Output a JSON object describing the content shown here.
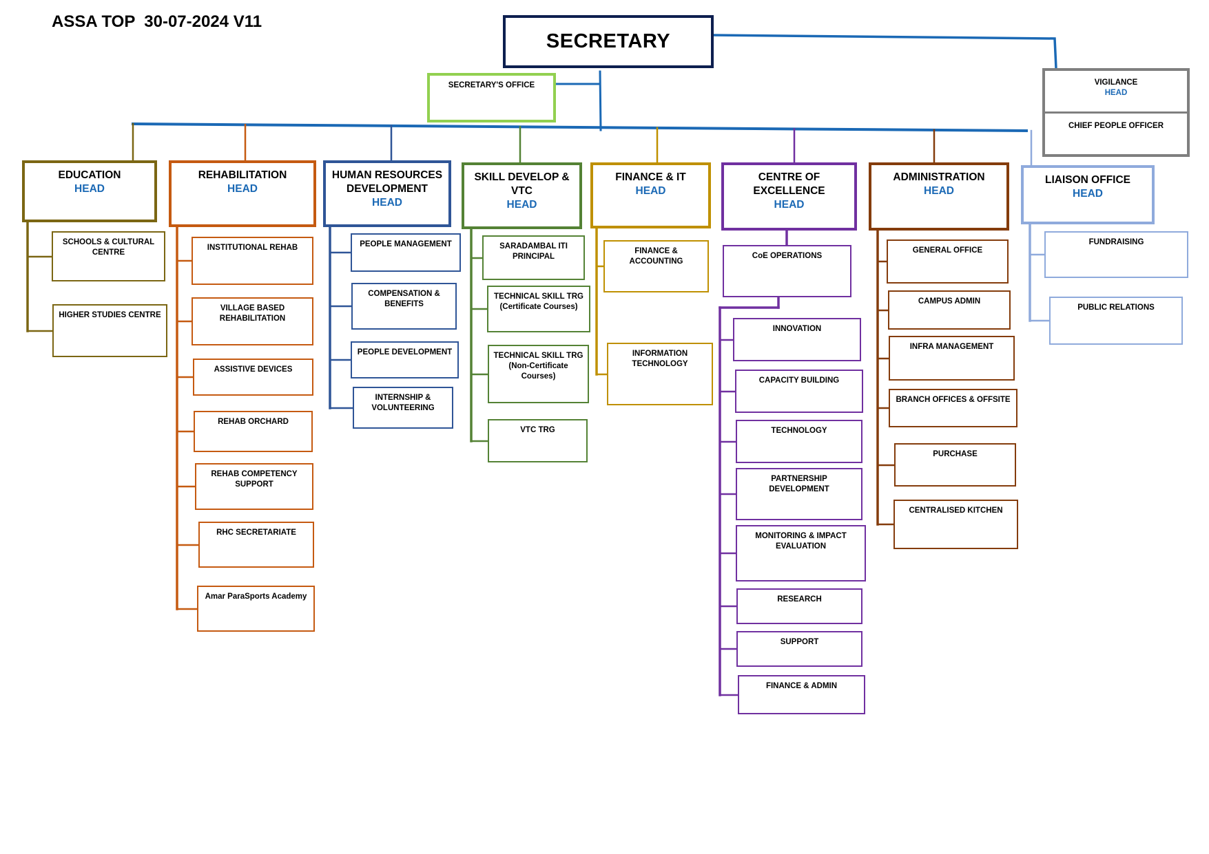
{
  "doc_title": "ASSA TOP  30-07-2024 V11",
  "root": {
    "label": "SECRETARY"
  },
  "secretary_office": {
    "label": "SECRETARY'S OFFICE",
    "color": "#92d050"
  },
  "vigilance": {
    "label": "VIGILANCE",
    "head_label": "HEAD",
    "child_label": "CHIEF PEOPLE OFFICER",
    "color": "#7f7f7f"
  },
  "colors": {
    "primary_line": "#1b69b5",
    "head_text": "#1b69b5",
    "root_border": "#0d1f4f"
  },
  "departments": [
    {
      "name": "EDUCATION",
      "head_label": "HEAD",
      "color": "#7b6613",
      "children": [
        "SCHOOLS & CULTURAL CENTRE",
        "HIGHER STUDIES CENTRE"
      ]
    },
    {
      "name": "REHABILITATION",
      "head_label": "HEAD",
      "color": "#c55a11",
      "children": [
        "INSTITUTIONAL REHAB",
        "VILLAGE BASED REHABILITATION",
        "ASSISTIVE DEVICES",
        "REHAB ORCHARD",
        "REHAB COMPETENCY SUPPORT",
        "RHC SECRETARIATE",
        "Amar ParaSports Academy"
      ]
    },
    {
      "name": "HUMAN RESOURCES DEVELOPMENT",
      "head_label": "HEAD",
      "color": "#2f5597",
      "children": [
        "PEOPLE MANAGEMENT",
        "COMPENSATION & BENEFITS",
        "PEOPLE DEVELOPMENT",
        "INTERNSHIP & VOLUNTEERING"
      ]
    },
    {
      "name": "SKILL DEVELOP & VTC",
      "head_label": "HEAD",
      "color": "#548235",
      "children": [
        "SARADAMBAL ITI PRINCIPAL",
        "TECHNICAL SKILL TRG (Certificate Courses)",
        "TECHNICAL SKILL TRG (Non-Certificate Courses)",
        "VTC TRG"
      ]
    },
    {
      "name": "FINANCE & IT",
      "head_label": "HEAD",
      "color": "#bf9000",
      "children": [
        "FINANCE & ACCOUNTING",
        "INFORMATION TECHNOLOGY"
      ]
    },
    {
      "name": "CENTRE OF EXCELLENCE",
      "head_label": "HEAD",
      "color": "#7030a0",
      "operations": "CoE OPERATIONS",
      "children": [
        "INNOVATION",
        "CAPACITY BUILDING",
        "TECHNOLOGY",
        "PARTNERSHIP DEVELOPMENT",
        "MONITORING & IMPACT EVALUATION",
        "RESEARCH",
        "SUPPORT",
        "FINANCE & ADMIN"
      ]
    },
    {
      "name": "ADMINISTRATION",
      "head_label": "HEAD",
      "color": "#843c0c",
      "children": [
        "GENERAL OFFICE",
        "CAMPUS ADMIN",
        "INFRA MANAGEMENT",
        "BRANCH OFFICES & OFFSITE",
        "PURCHASE",
        "CENTRALISED KITCHEN"
      ]
    },
    {
      "name": "LIAISON OFFICE",
      "head_label": "HEAD",
      "color": "#8faadc",
      "children": [
        "FUNDRAISING",
        "PUBLIC RELATIONS"
      ]
    }
  ]
}
